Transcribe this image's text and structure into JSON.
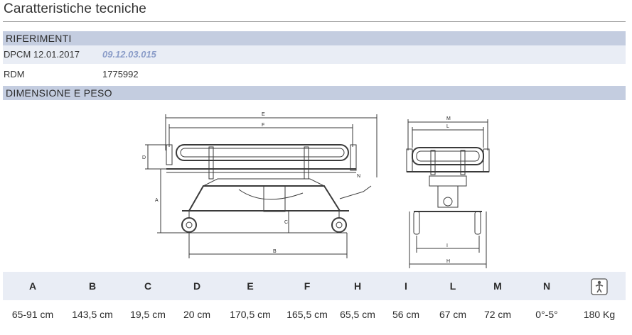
{
  "title": "Caratteristiche tecniche",
  "sections": {
    "riferimenti": "RIFERIMENTI",
    "dimensione": "DIMENSIONE E PESO"
  },
  "references": [
    {
      "label": "DPCM 12.01.2017",
      "value": "09.12.03.015"
    },
    {
      "label": "RDM",
      "value": "1775992"
    }
  ],
  "drawing_labels": {
    "E": "E",
    "F": "F",
    "D": "D",
    "A": "A",
    "C": "C",
    "B": "B",
    "N": "N",
    "M": "M",
    "L": "L",
    "I": "I",
    "H": "H"
  },
  "dimensions": {
    "headers": [
      "A",
      "B",
      "C",
      "D",
      "E",
      "F",
      "H",
      "I",
      "L",
      "M",
      "N"
    ],
    "values": [
      "65-91 cm",
      "143,5 cm",
      "19,5 cm",
      "20 cm",
      "170,5 cm",
      "165,5 cm",
      "65,5 cm",
      "56 cm",
      "67 cm",
      "72 cm",
      "0°-5°",
      "180 Kg"
    ],
    "weight_icon": "weight-person-icon"
  },
  "colors": {
    "band": "#c4cde0",
    "row_alt": "#e9edf5",
    "link": "#8a9cc8"
  }
}
